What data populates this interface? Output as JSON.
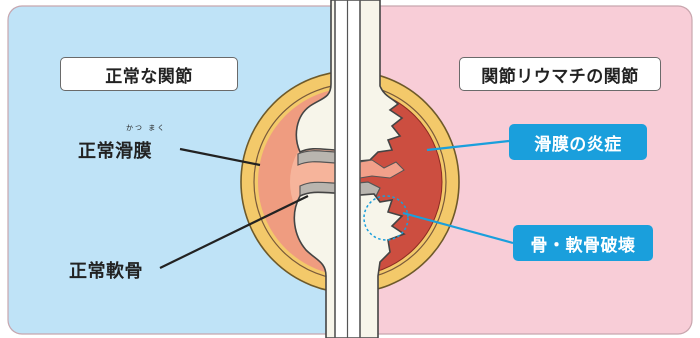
{
  "panels": {
    "left_title": "正常な関節",
    "right_title": "関節リウマチの関節"
  },
  "labels": {
    "normal_synovium": "正常滑膜",
    "normal_synovium_ruby": "かつ まく",
    "normal_cartilage": "正常軟骨",
    "synovitis": "滑膜の炎症",
    "destruction": "骨・軟骨破壊"
  },
  "colors": {
    "left_bg": "#bfe3f7",
    "right_bg": "#f8cdd7",
    "capsule_outer": "#f3c96a",
    "synovium_normal": "#ef9c80",
    "synovium_inflamed": "#cc4e40",
    "bone": "#f7f5ea",
    "cartilage": "#b9b5af",
    "label_blue": "#1a9fdc"
  }
}
